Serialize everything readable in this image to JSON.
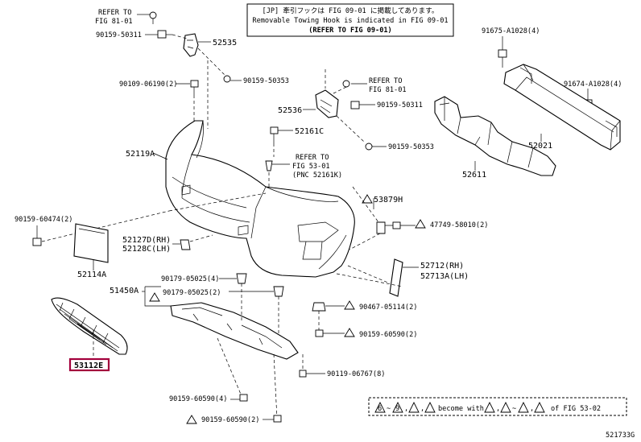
{
  "note": {
    "line1": "[JP] 牽引フックは FIG 09-01 に掲載してあります。",
    "line2": "Removable Towing Hook is indicated in FIG 09-01",
    "line3": "(REFER TO FIG 09-01)"
  },
  "labels": {
    "refer_8101_a": "REFER TO",
    "refer_8101_b": "FIG 81-01",
    "b_90159_50311": "90159-50311",
    "p_52535": "52535",
    "b_90109_06190": "90109-06190(2)",
    "b_90159_50353": "90159-50353",
    "refer_8101r_a": "REFER TO",
    "refer_8101r_b": "FIG 81-01",
    "b_90159_50311r": "90159-50311",
    "p_52536": "52536",
    "p_52161c": "52161C",
    "p_52119a": "52119A",
    "refer_5301_a": "REFER TO",
    "refer_5301_b": "FIG 53-01",
    "refer_5301_c": "(PNC 52161K)",
    "b_90159_50353r": "90159-50353",
    "b_91675": "91675-A1028(4)",
    "b_91674": "91674-A1028(4)",
    "p_52021": "52021",
    "p_52611": "52611",
    "b_90159_60474": "90159-60474(2)",
    "p_53879h": "53879H",
    "b_47749": "47749-58010(2)",
    "p_52127d": "52127D(RH)",
    "p_52128c": "52128C(LH)",
    "p_52114a": "52114A",
    "p_52712": "52712(RH)",
    "p_52713a": "52713A(LH)",
    "b_90179_a": "90179-05025(4)",
    "b_90179_b": "90179-05025(2)",
    "p_51450a": "51450A",
    "b_90467": "90467-05114(2)",
    "b_90159_60590r": "90159-60590(2)",
    "b_90119": "90119-06767(8)",
    "b_90159_60590_4": "90159-60590(4)",
    "b_90159_60590_2": "90159-60590(2)",
    "p_53112e": "53112E",
    "legend_mid": "become with",
    "legend_end": "of FIG 53-02",
    "fig_id": "521733G"
  },
  "colors": {
    "highlight": "#a3003c",
    "line": "#000000"
  }
}
